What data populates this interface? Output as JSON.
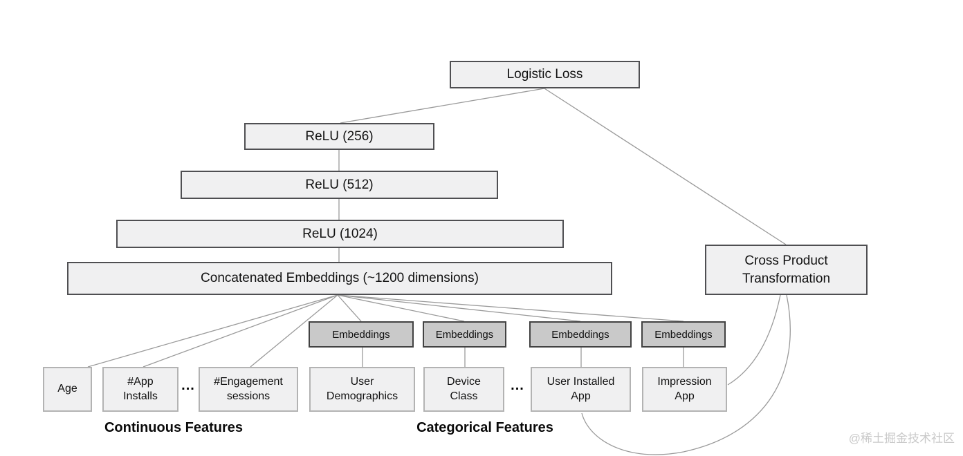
{
  "colors": {
    "box_fill_light": "#f0f0f1",
    "box_fill_emb": "#c9c9c9",
    "border_dark": "#4f4f52",
    "border_emb": "#424242",
    "border_light": "#b3b3b3",
    "line": "#9a9a9a",
    "watermark": "#c9c9c9"
  },
  "deep_network": {
    "logistic_loss": "Logistic Loss",
    "relu_256": "ReLU (256)",
    "relu_512": "ReLU (512)",
    "relu_1024": "ReLU (1024)",
    "concatenated": "Concatenated Embeddings (~1200 dimensions)"
  },
  "wide_network": {
    "cross_product": "Cross Product\nTransformation"
  },
  "embeddings": {
    "label": "Embeddings"
  },
  "features": {
    "continuous": {
      "group_label": "Continuous Features",
      "ellipsis": "...",
      "items": [
        "Age",
        "#App\nInstalls",
        "#Engagement\nsessions"
      ]
    },
    "categorical": {
      "group_label": "Categorical Features",
      "ellipsis": "...",
      "items": [
        "User\nDemographics",
        "Device\nClass",
        "User Installed\nApp",
        "Impression\nApp"
      ]
    }
  },
  "watermark": "@稀土掘金技术社区"
}
